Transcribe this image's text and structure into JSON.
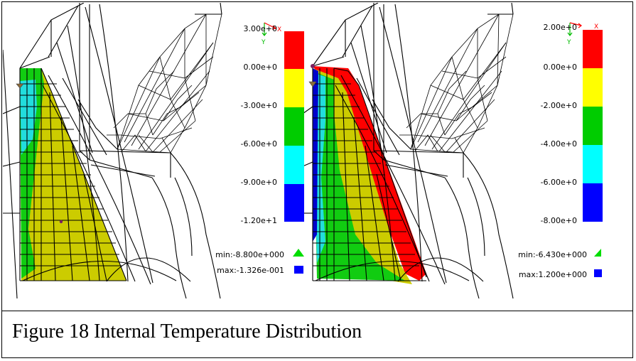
{
  "caption": "Figure 18 Internal Temperature Distribution",
  "panels": [
    {
      "ticks": [
        "3.00e+0",
        "0.00e+0",
        "-3.00e+0",
        "-6.00e+0",
        "-9.00e+0",
        "-1.20e+1"
      ],
      "min_label": "min:-8.800e+000",
      "max_label": "max:-1.326e-001",
      "axis_x": "X",
      "axis_y": "Y",
      "band_colors": [
        "#ff0000",
        "#ffff00",
        "#00cc00",
        "#00ffff",
        "#0000ff"
      ]
    },
    {
      "ticks": [
        "2.00e+0",
        "0.00e+0",
        "-2.00e+0",
        "-4.00e+0",
        "-6.00e+0",
        "-8.00e+0"
      ],
      "min_label": "min:-6.430e+000",
      "max_label": "max:1.200e+000",
      "axis_x": "X",
      "axis_y": "Y",
      "band_colors": [
        "#ff0000",
        "#ffff00",
        "#00cc00",
        "#00ffff",
        "#0000ff"
      ]
    }
  ]
}
